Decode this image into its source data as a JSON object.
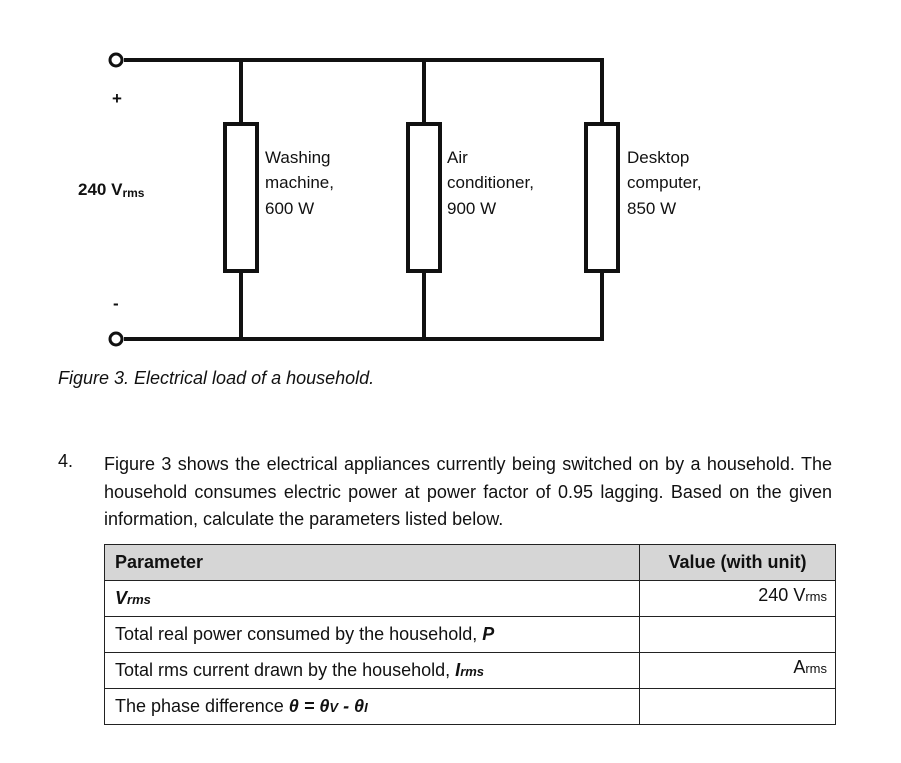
{
  "circuit": {
    "plus_label": "+",
    "minus_label": "-",
    "source_voltage_value": "240 V",
    "source_voltage_sub": "rms",
    "loads": [
      {
        "line1": "Washing",
        "line2": "machine,",
        "line3": "600 W"
      },
      {
        "line1": "Air",
        "line2": "conditioner,",
        "line3": "900 W"
      },
      {
        "line1": "Desktop",
        "line2": "computer,",
        "line3": "850 W"
      }
    ]
  },
  "caption": "Figure 3. Electrical load of a household.",
  "question": {
    "number": "4.",
    "text": "Figure 3 shows the electrical appliances currently being switched on by a household. The household consumes electric power at power factor of 0.95 lagging. Based on the given information, calculate the parameters listed below."
  },
  "table": {
    "header_parameter": "Parameter",
    "header_value": "Value (with unit)",
    "rows": [
      {
        "param_main": "V",
        "param_sub": "rms",
        "value_main": "240 V",
        "value_sub": "rms"
      },
      {
        "param_text": "Total real power consumed by the household, ",
        "param_symbol": "P",
        "value_main": "",
        "value_sub": ""
      },
      {
        "param_text": "Total rms current drawn by the household, ",
        "param_symbol": "I",
        "param_sub": "rms",
        "value_main": "A",
        "value_sub": "rms"
      },
      {
        "param_text": "The phase difference ",
        "param_eq": "θ = θ",
        "param_eq_sub1": "V",
        "param_eq_mid": " - θ",
        "param_eq_sub2": "I",
        "value_main": "",
        "value_sub": ""
      }
    ]
  }
}
